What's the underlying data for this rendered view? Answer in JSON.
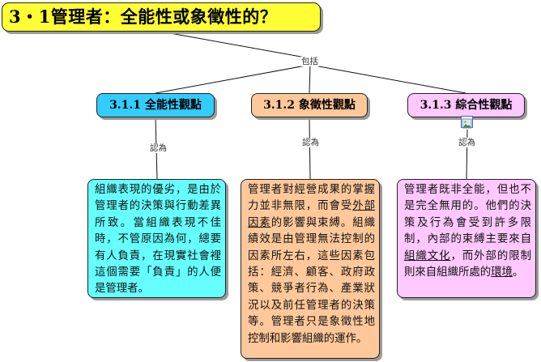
{
  "root": {
    "title": "3・1管理者：全能性或象徵性的？"
  },
  "links": {
    "includes": "包括",
    "views": "認為"
  },
  "categories": [
    {
      "label": "3.1.1  全能性觀點",
      "color": "#33ccff"
    },
    {
      "label": "3.1.2  象徵性觀點",
      "color": "#ffc89a"
    },
    {
      "label": "3.1.3  綜合性觀點",
      "color": "#ffc8ff"
    }
  ],
  "descriptions": {
    "omnipotent": "組織表現的優劣，是由於管理者的決策與行動差異所致。當組織表現不佳時，不管原因為何，總要有人負責，在現實社會裡這個需要「負責」的人便是管理者。",
    "symbolic": {
      "part1": "管理者對經營成果的掌握力並非無限，而會受",
      "underlined": "外部因素",
      "part2": "的影響與束縛。組織績效是由管理無法控制的因素所左右，這些因素包括：經濟、顧客、政府政策、競爭者行為、產業狀況以及前任管理者的決策等。管理者只是象徵性地控制和影響組織的運作。"
    },
    "integrated": {
      "part1": "管理者既非全能，但也不是完全無用的。他們的決策及行為會受到許多限制，內部的束縛主要來自",
      "underlined1": "組織文化",
      "part2": "，而外部的限制則來自組織所處的",
      "underlined2": "環境",
      "part3": "。"
    }
  },
  "icons": {
    "image": "image-icon"
  }
}
